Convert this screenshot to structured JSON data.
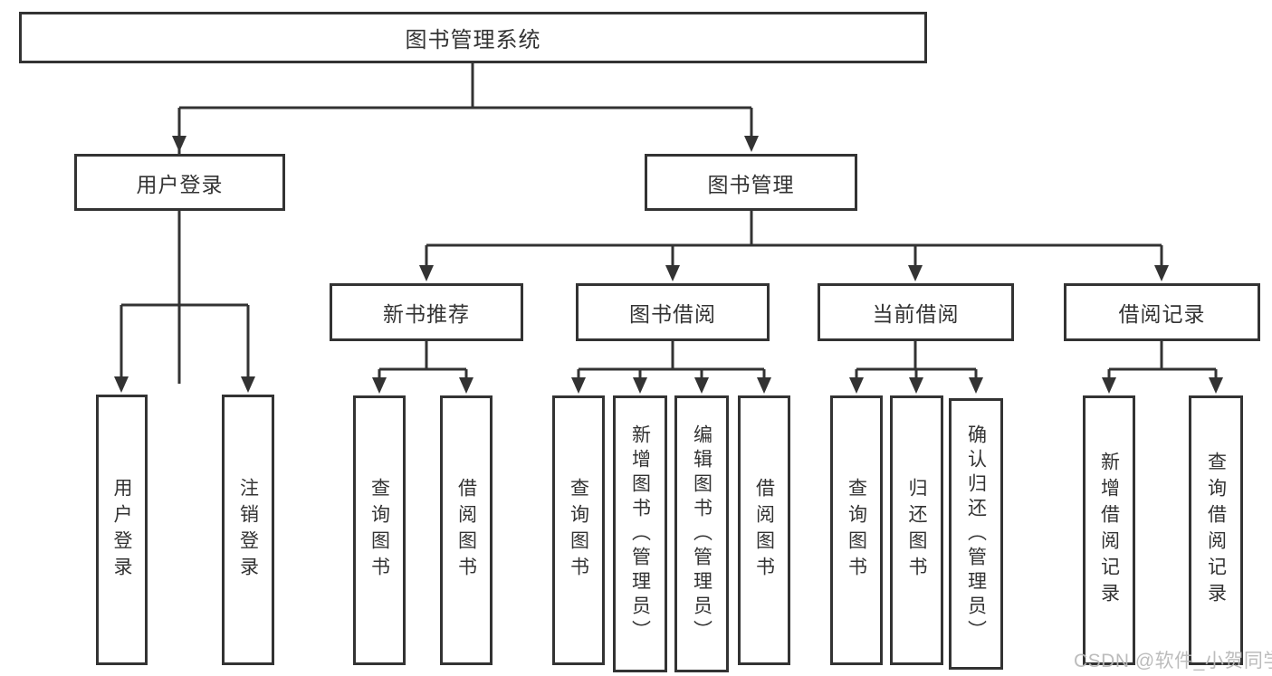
{
  "tree": {
    "root": {
      "label": "图书管理系统",
      "children": [
        {
          "label": "用户登录",
          "children": [
            {
              "label": "用户登录"
            },
            {
              "label": "注销登录"
            }
          ]
        },
        {
          "label": "图书管理",
          "children": [
            {
              "label": "新书推荐",
              "children": [
                {
                  "label": "查询图书"
                },
                {
                  "label": "借阅图书"
                }
              ]
            },
            {
              "label": "图书借阅",
              "children": [
                {
                  "label": "查询图书"
                },
                {
                  "label": "新增图书（管理员）"
                },
                {
                  "label": "编辑图书（管理员）"
                },
                {
                  "label": "借阅图书"
                }
              ]
            },
            {
              "label": "当前借阅",
              "children": [
                {
                  "label": "查询图书"
                },
                {
                  "label": "归还图书"
                },
                {
                  "label": "确认归还（管理员）"
                }
              ]
            },
            {
              "label": "借阅记录",
              "children": [
                {
                  "label": "新增借阅记录"
                },
                {
                  "label": "查询借阅记录"
                }
              ]
            }
          ]
        }
      ]
    }
  },
  "watermark": {
    "text": "CSDN @软件_小贺同学"
  },
  "colors": {
    "line": "#333333",
    "box_border": "#333333",
    "text": "#333333",
    "watermark": "#b8b8b8",
    "background": "#ffffff"
  }
}
